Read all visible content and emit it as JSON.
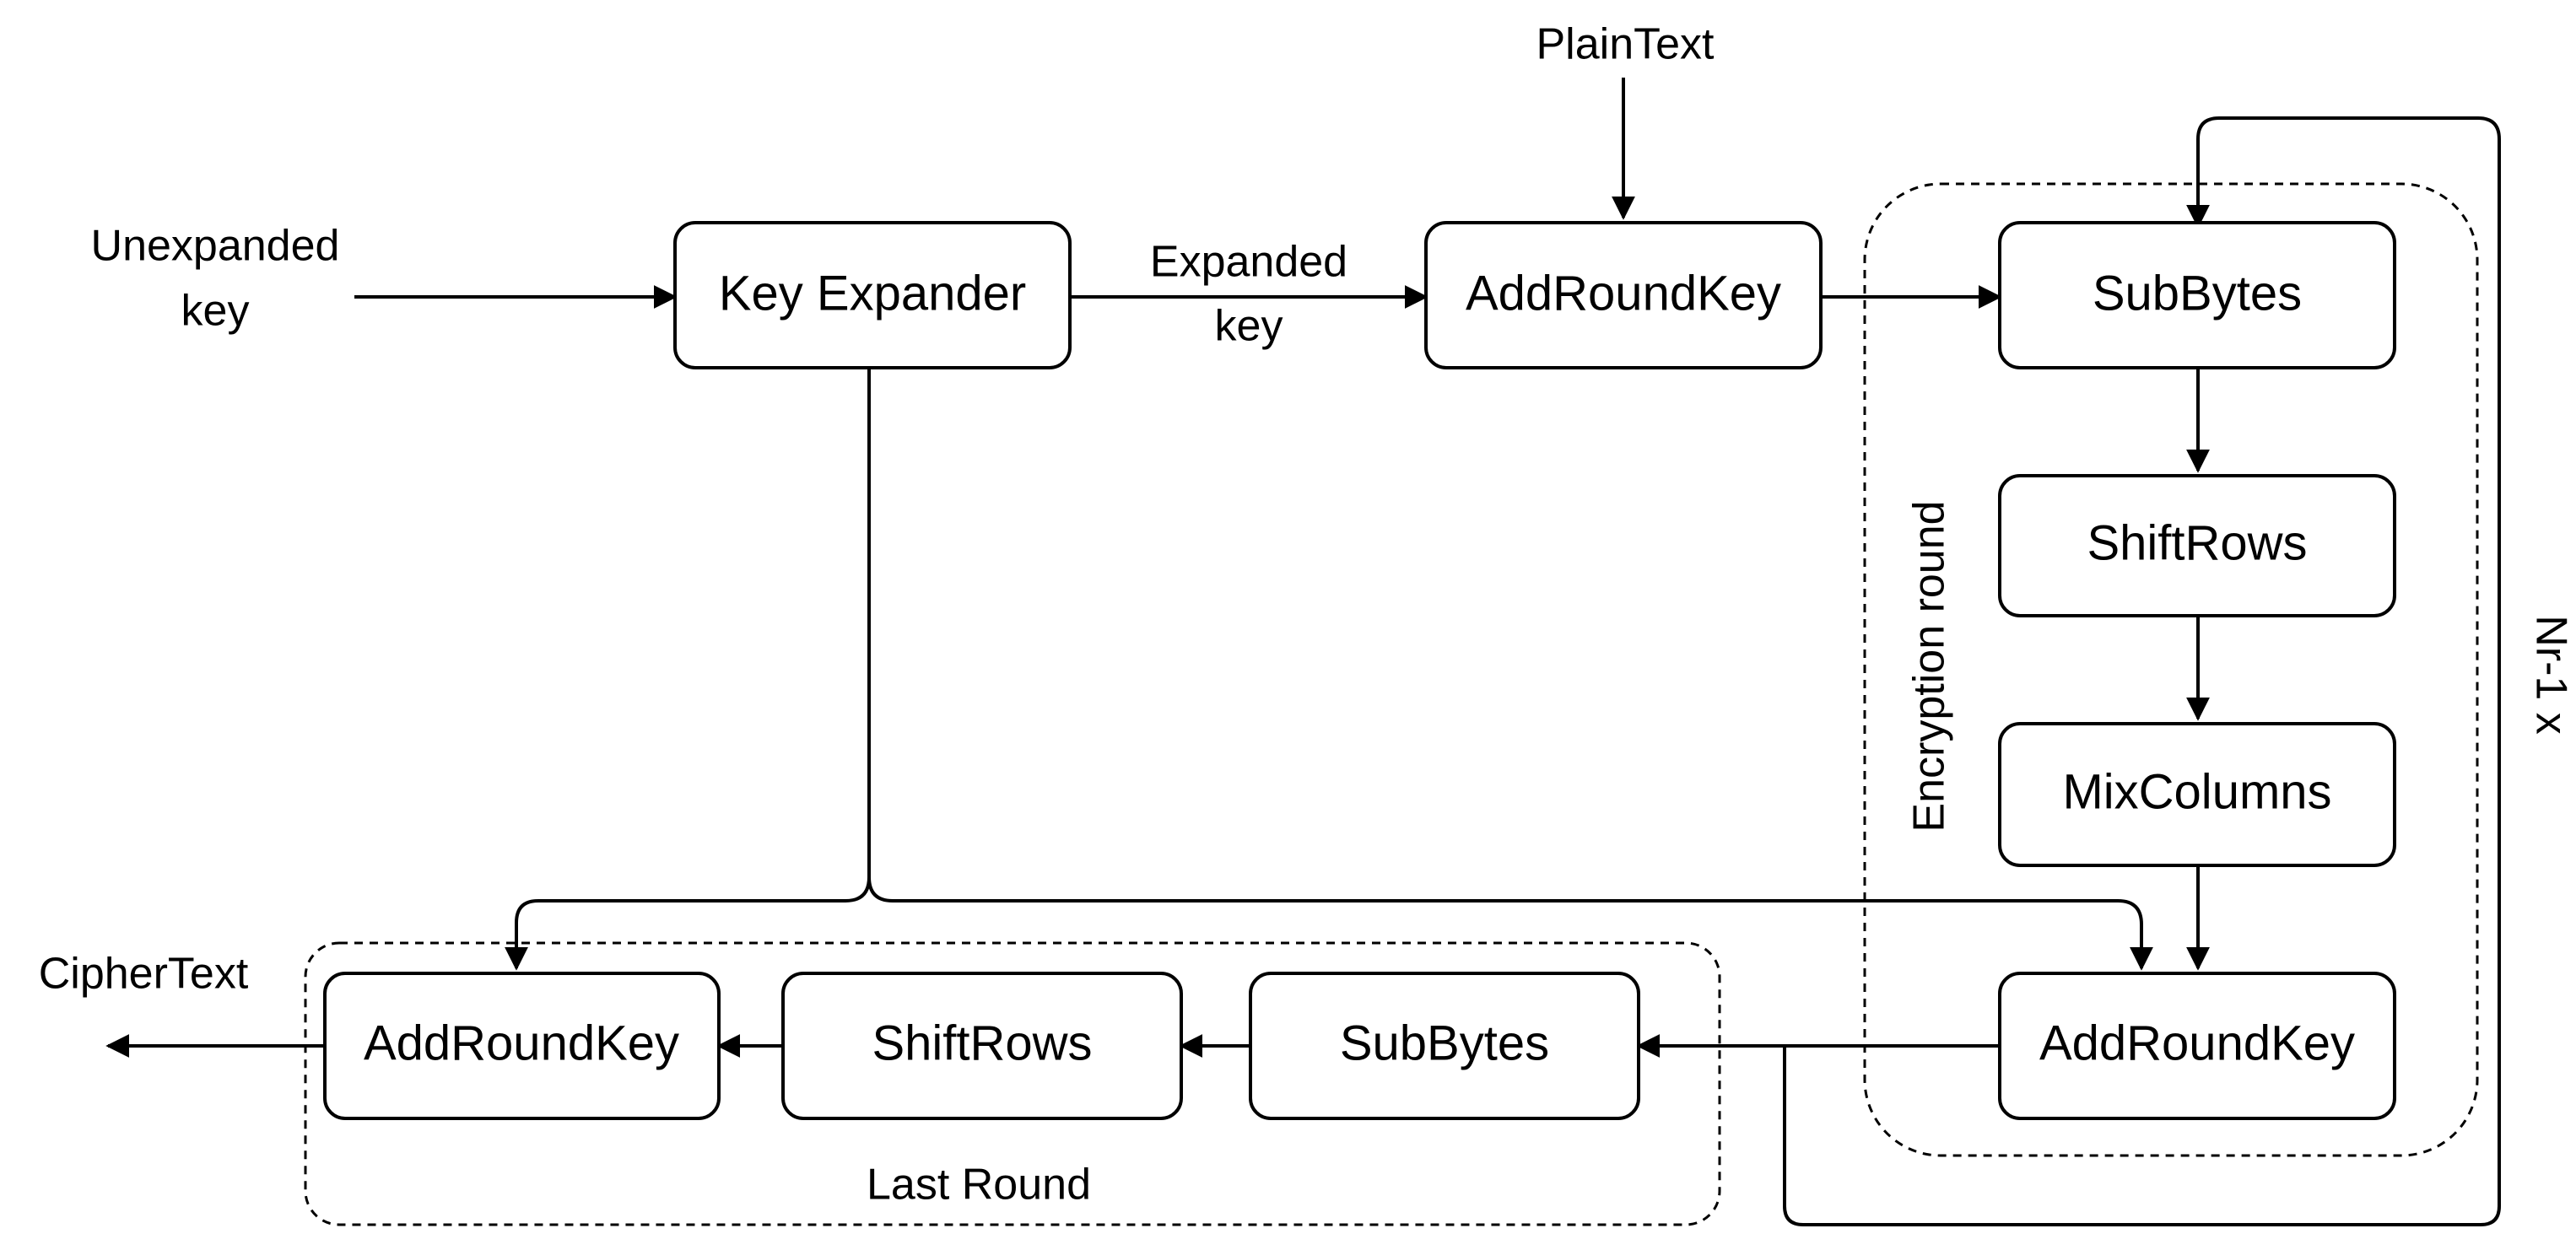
{
  "colors": {
    "stroke": "#000000",
    "background": "#ffffff"
  },
  "nodes": {
    "key_expander": "Key Expander",
    "add_round_key_initial": "AddRoundKey",
    "sub_bytes": "SubBytes",
    "shift_rows": "ShiftRows",
    "mix_columns": "MixColumns",
    "add_round_key_round": "AddRoundKey",
    "last_sub_bytes": "SubBytes",
    "last_shift_rows": "ShiftRows",
    "last_add_round_key": "AddRoundKey"
  },
  "labels": {
    "plain_text": "PlainText",
    "unexpanded_key_line1": "Unexpanded",
    "unexpanded_key_line2": "key",
    "expanded_key_line1": "Expanded",
    "expanded_key_line2": "key",
    "cipher_text": "CipherText",
    "encryption_round": "Encryption round",
    "repeat": "Nr-1 x",
    "last_round": "Last Round"
  }
}
